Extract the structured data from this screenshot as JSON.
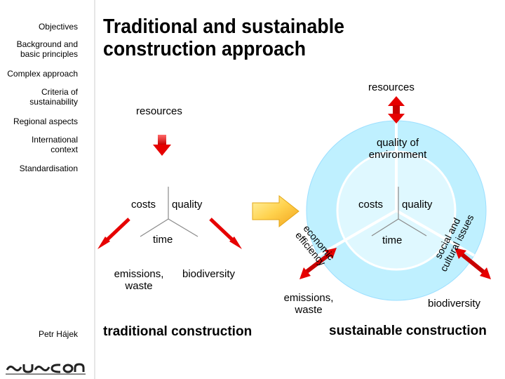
{
  "sidebar": {
    "items": [
      {
        "label": "Objectives",
        "bold": false
      },
      {
        "label_lines": [
          "Background and",
          "basic principles"
        ],
        "bold": false
      },
      {
        "label": "Complex approach",
        "bold": false
      },
      {
        "label_lines": [
          "Criteria of",
          "sustainability"
        ],
        "bold": false
      },
      {
        "label": "Regional aspects",
        "bold": false
      },
      {
        "label_lines": [
          "International",
          "context"
        ],
        "bold": false
      },
      {
        "label": "Standardisation",
        "bold": false
      }
    ],
    "author": "Petr Hájek",
    "logo_text": "SUSCON"
  },
  "header": {
    "title_lines": [
      "Traditional and sustainable",
      "construction approach"
    ]
  },
  "traditional": {
    "resources": "resources",
    "costs": "costs",
    "quality": "quality",
    "time": "time",
    "emissions_lines": [
      "emissions,",
      "waste"
    ],
    "biodiversity": "biodiversity",
    "caption": "traditional construction"
  },
  "sustainable": {
    "resources": "resources",
    "quality_env_lines": [
      "quality of",
      "environment"
    ],
    "costs": "costs",
    "quality": "quality",
    "time": "time",
    "economic_lines": [
      "economic",
      "efficiency"
    ],
    "social_lines": [
      "social and",
      "cultural issues"
    ],
    "emissions_lines": [
      "emissions,",
      "waste"
    ],
    "biodiversity": "biodiversity",
    "caption": "sustainable construction"
  },
  "colors": {
    "arrow_red": "#e60000",
    "transfer_arrow": "#ffd166",
    "circle_fill": "#bff0ff",
    "band_fill": "#aeeaff",
    "sector_line": "#ffffff"
  }
}
